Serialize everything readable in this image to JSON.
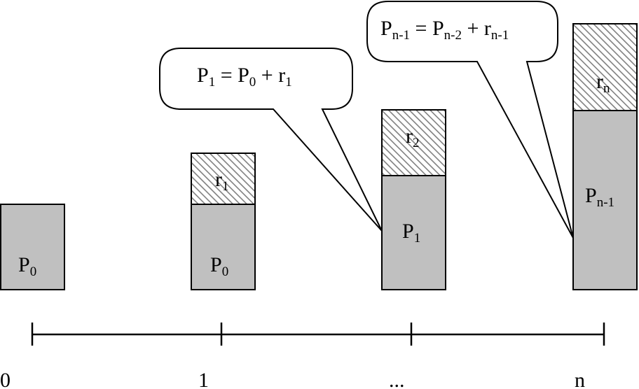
{
  "bars": [
    {
      "id": "bar-0",
      "base_label": "P",
      "base_sub": "0",
      "top_label": "",
      "top_sub": ""
    },
    {
      "id": "bar-1",
      "base_label": "P",
      "base_sub": "0",
      "top_label": "r",
      "top_sub": "1"
    },
    {
      "id": "bar-2",
      "base_label": "P",
      "base_sub": "1",
      "top_label": "r",
      "top_sub": "2"
    },
    {
      "id": "bar-n",
      "base_label": "P",
      "base_sub": "n-1",
      "top_label": "r",
      "top_sub": "n"
    }
  ],
  "bubbles": [
    {
      "parts": [
        [
          "P",
          "1"
        ],
        [
          " = ",
          ""
        ],
        [
          "P",
          "0"
        ],
        [
          " + ",
          ""
        ],
        [
          "r",
          "1"
        ]
      ]
    },
    {
      "parts": [
        [
          "P",
          "n-1"
        ],
        [
          " = ",
          ""
        ],
        [
          "P",
          "n-2"
        ],
        [
          " + ",
          ""
        ],
        [
          "r",
          "n-1"
        ]
      ]
    }
  ],
  "axis": {
    "ticks": [
      "0",
      "1",
      "...",
      "n"
    ]
  },
  "colors": {
    "bar_fill": "#c0c0c0",
    "stroke": "#000000",
    "hatch": "#808080"
  }
}
